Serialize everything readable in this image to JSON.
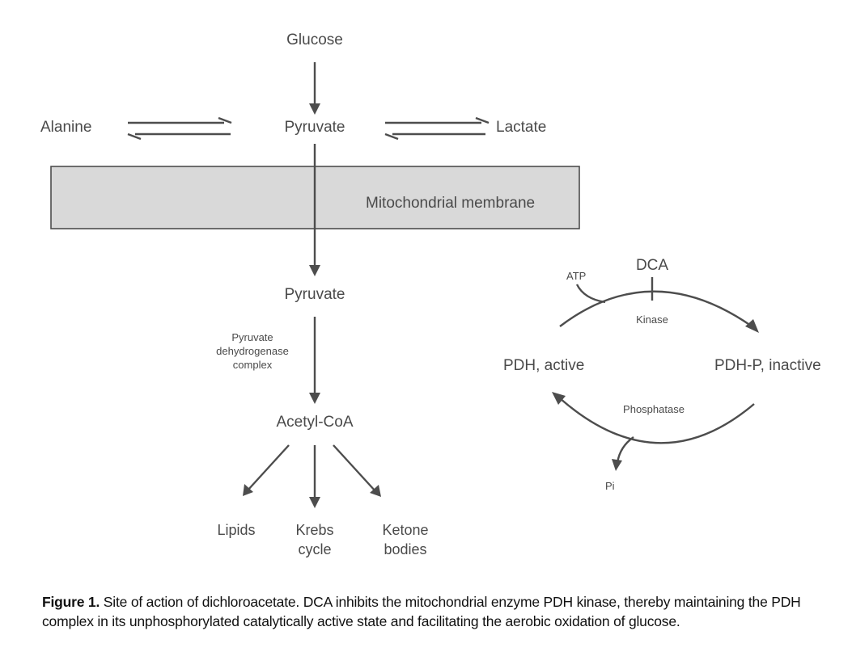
{
  "diagram": {
    "nodes": {
      "glucose": "Glucose",
      "alanine": "Alanine",
      "pyruvate_top": "Pyruvate",
      "lactate": "Lactate",
      "membrane": "Mitochondrial membrane",
      "pyruvate_mito": "Pyruvate",
      "pdh_complex_line1": "Pyruvate",
      "pdh_complex_line2": "dehydrogenase",
      "pdh_complex_line3": "complex",
      "acetyl_coa": "Acetyl-CoA",
      "lipids": "Lipids",
      "krebs_line1": "Krebs",
      "krebs_line2": "cycle",
      "ketone_line1": "Ketone",
      "ketone_line2": "bodies"
    },
    "cycle": {
      "dca": "DCA",
      "atp": "ATP",
      "kinase": "Kinase",
      "pdh_active": "PDH, active",
      "pdh_inactive": "PDH-P, inactive",
      "phosphatase": "Phosphatase",
      "pi": "Pi"
    }
  },
  "caption": {
    "label": "Figure 1.",
    "text": " Site of action of dichloroacetate. DCA inhibits the mitochondrial enzyme PDH kinase, thereby maintaining the PDH complex in its unphosphorylated catalytically active state and facilitating the aerobic oxidation of glucose."
  },
  "colors": {
    "membrane_fill": "#d9d9d9",
    "ink": "#4d4d4d"
  }
}
